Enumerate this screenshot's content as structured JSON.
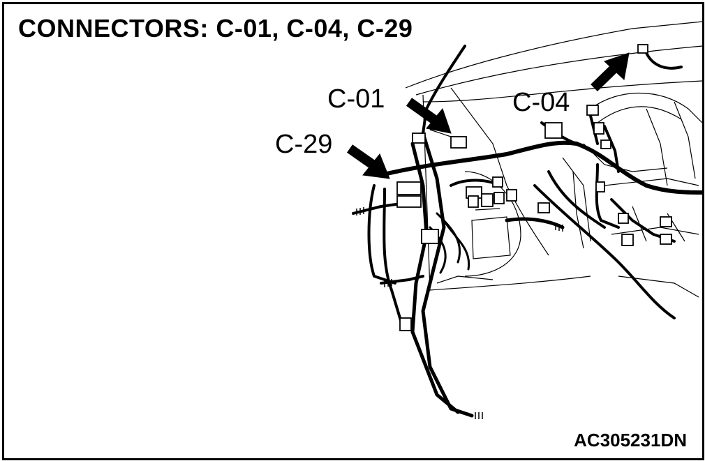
{
  "title": "CONNECTORS: C-01, C-04, C-29",
  "figure_id": "AC305231DN",
  "callouts": {
    "c01": "C-01",
    "c04": "C-04",
    "c29": "C-29"
  },
  "colors": {
    "ink": "#000000",
    "paper": "#ffffff"
  }
}
